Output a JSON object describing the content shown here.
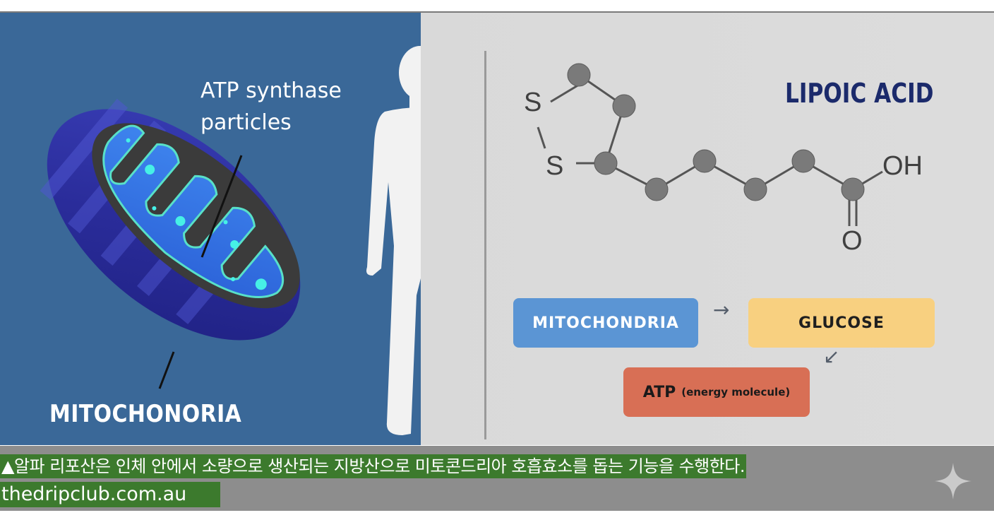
{
  "illustration": {
    "atp_label": "ATP synthase\nparticles",
    "mito_label": "MITOCHONORIA"
  },
  "molecule": {
    "title": "LIPOIC ACID",
    "atoms": {
      "s_top": "S",
      "s_bottom": "S",
      "oh": "OH",
      "o": "O"
    }
  },
  "flow": {
    "mitochondria": "MITOCHONDRIA",
    "glucose": "GLUCOSE",
    "atp": "ATP",
    "atp_note": "(energy molecule)",
    "arrow_right": "→",
    "arrow_down_left": "↙"
  },
  "caption": {
    "line1": "▲알파 리포산은 인체 안에서 소량으로 생산되는 지방산으로 미토콘드리아 호흡효소를 돕는 기능을 수행한다.",
    "source": "thedripclub.com.au"
  },
  "colors": {
    "left_bg": "#3a6898",
    "right_bg": "#d9d9d9",
    "caption_bg": "#3c7a2d",
    "title": "#1b2a6b"
  },
  "icons": {
    "watermark": "sparkle-icon"
  }
}
